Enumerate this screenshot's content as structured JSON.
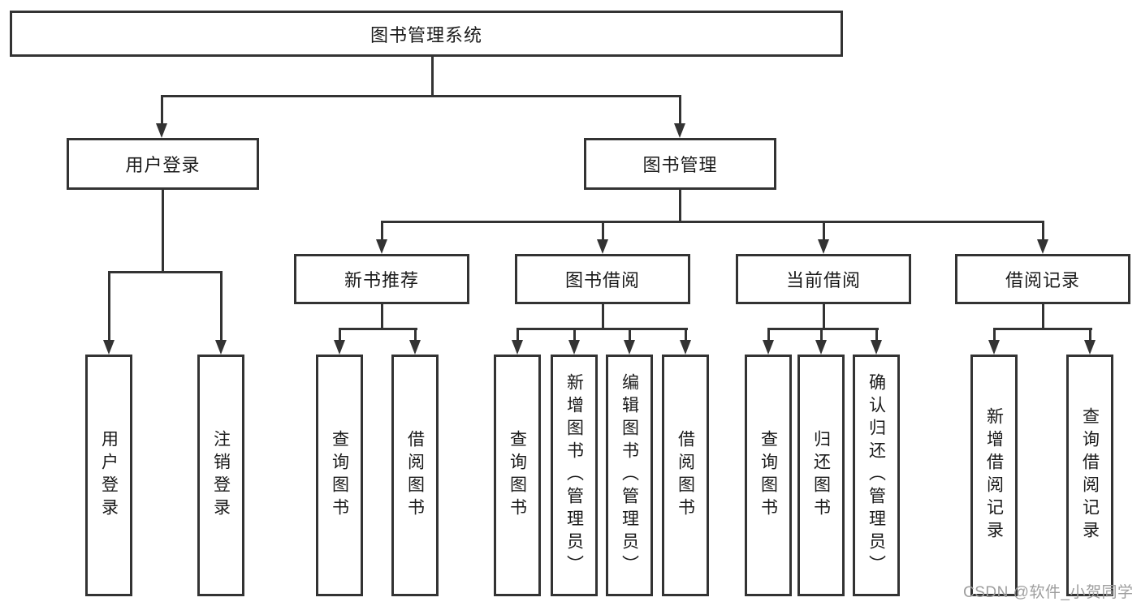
{
  "nodes": {
    "root": "图书管理系统",
    "user_login": "用户登录",
    "book_mgmt": "图书管理",
    "new_book_rec": "新书推荐",
    "book_borrow": "图书借阅",
    "current_borrow": "当前借阅",
    "borrow_record": "借阅记录",
    "ul_user_login": "用户登录",
    "ul_logout": "注销登录",
    "nbr_query_book": "查询图书",
    "nbr_borrow_book": "借阅图书",
    "bb_query_book": "查询图书",
    "bb_add_book": "新增图书（管理员）",
    "bb_edit_book": "编辑图书（管理员）",
    "bb_borrow_book": "借阅图书",
    "cb_query_book": "查询图书",
    "cb_return_book": "归还图书",
    "cb_confirm_return": "确认归还（管理员）",
    "br_add_record": "新增借阅记录",
    "br_query_record": "查询借阅记录"
  },
  "watermark": "CSDN @软件_小贺同学",
  "colors": {
    "line": "#333333",
    "box_background": "#ffffff",
    "text": "#1a1a1a",
    "watermark": "#9e9e9e",
    "background": "#ffffff"
  }
}
